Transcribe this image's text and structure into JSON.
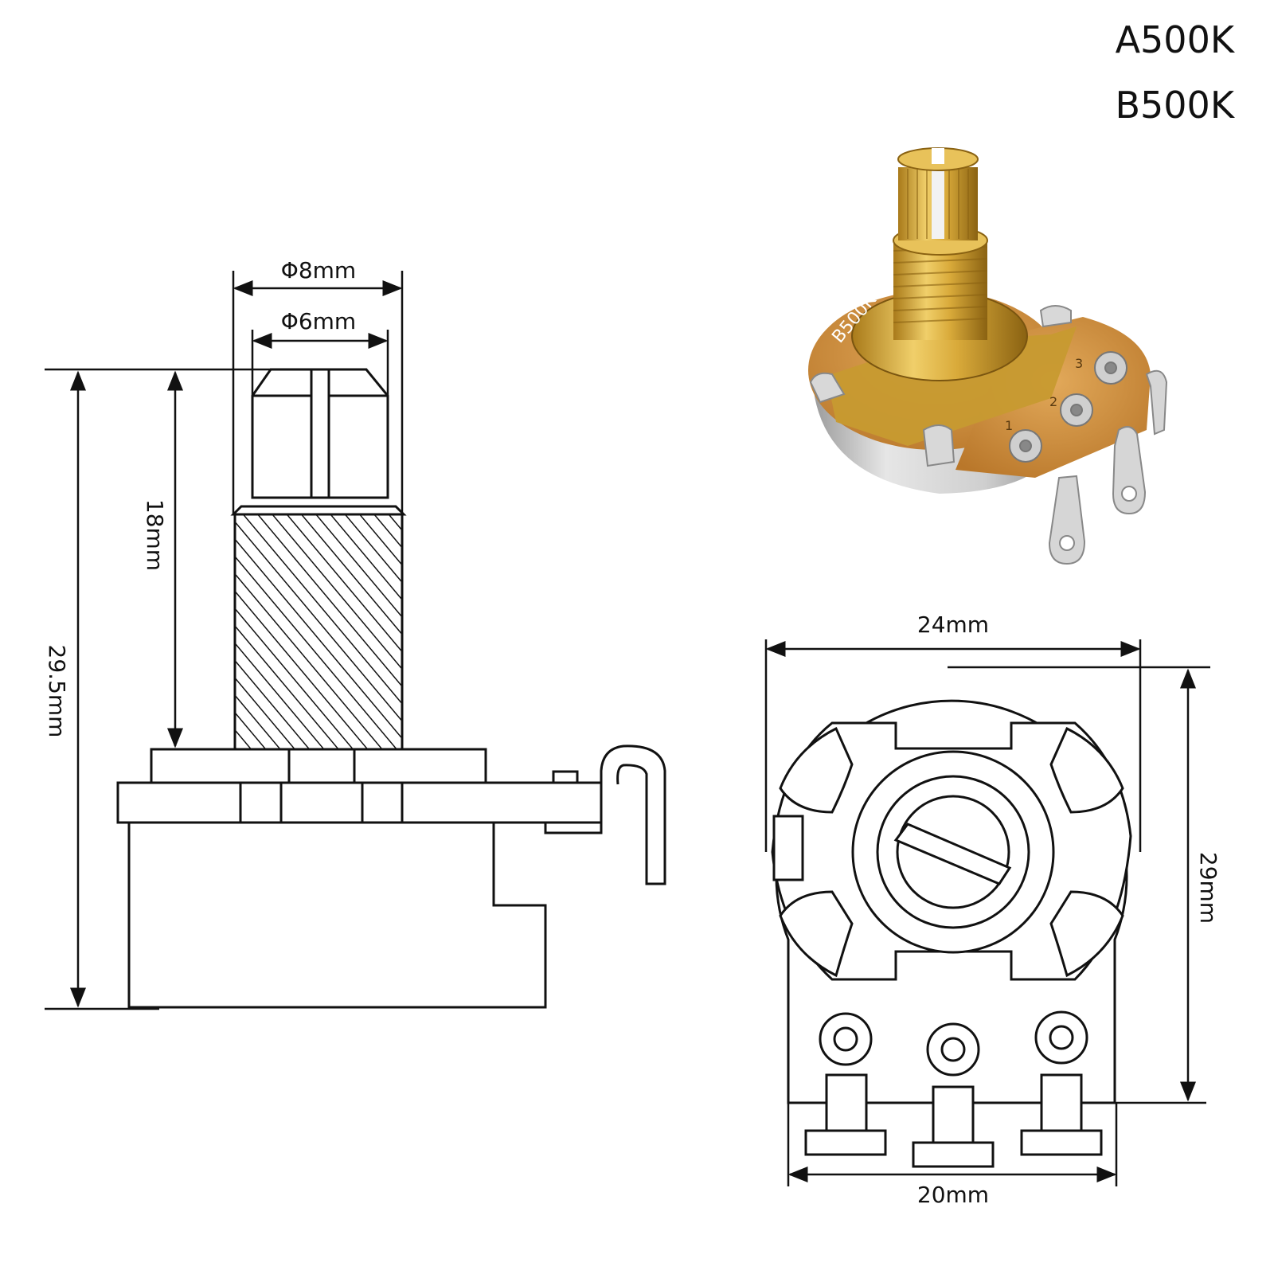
{
  "models": [
    "A500K",
    "B500K"
  ],
  "dimensions": {
    "bushing_diameter": "Φ8mm",
    "shaft_diameter": "Φ6mm",
    "shaft_length": "18mm",
    "total_height": "29.5mm",
    "body_diameter": "24mm",
    "body_height": "29mm",
    "terminal_span": "20mm"
  },
  "photo": {
    "body_marking": "B500K",
    "pin_labels": [
      "1",
      "2",
      "3"
    ]
  },
  "colors": {
    "line": "#111111",
    "brass": "#d4a52c",
    "board": "#c8862e",
    "metal": "#c9c9c9"
  }
}
